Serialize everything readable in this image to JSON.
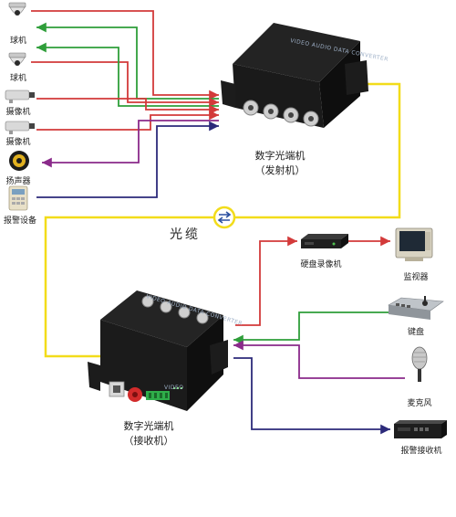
{
  "left_devices": [
    {
      "id": "dome1",
      "label": "球机",
      "icon": "dome-camera-icon"
    },
    {
      "id": "dome2",
      "label": "球机",
      "icon": "dome-camera-icon"
    },
    {
      "id": "cam1",
      "label": "摄像机",
      "icon": "box-camera-icon"
    },
    {
      "id": "cam2",
      "label": "摄像机",
      "icon": "box-camera-icon"
    },
    {
      "id": "speaker",
      "label": "扬声器",
      "icon": "speaker-icon"
    },
    {
      "id": "alarm",
      "label": "报警设备",
      "icon": "alarm-device-icon"
    }
  ],
  "transmitter": {
    "label": "数字光端机",
    "sublabel": "（发射机）",
    "panel_text": "VIDEO AUDIO DATA CONVERTER"
  },
  "receiver": {
    "label": "数字光端机",
    "sublabel": "（接收机）",
    "panel_text": "VIDEO AUDIO DATA CONVERTER",
    "tag_text": "VIDEO"
  },
  "fiber": {
    "label": "光缆",
    "icon": "fiber-coupler-icon"
  },
  "right_devices": [
    {
      "id": "dvr",
      "label": "硬盘录像机",
      "icon": "dvr-icon"
    },
    {
      "id": "monitor",
      "label": "监视器",
      "icon": "monitor-icon"
    },
    {
      "id": "keyboard",
      "label": "键盘",
      "icon": "control-keyboard-icon"
    },
    {
      "id": "mic",
      "label": "麦克风",
      "icon": "microphone-icon"
    },
    {
      "id": "alarm_rx",
      "label": "报警接收机",
      "icon": "alarm-receiver-icon"
    }
  ],
  "colors": {
    "video": "#d33a3a",
    "control": "#2f9e3a",
    "audio": "#8a2a8a",
    "alarm": "#2c2a7a",
    "fiber": "#f2dc1a",
    "device_body": "#151515"
  }
}
